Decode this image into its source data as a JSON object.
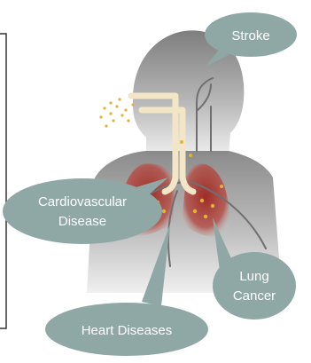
{
  "labels": {
    "stroke": "Stroke",
    "cardio_line1": "Cardiovascular",
    "cardio_line2": "Disease",
    "lung_line1": "Lung",
    "lung_line2": "Cancer",
    "heart": "Heart Diseases"
  },
  "colors": {
    "bubble": "#8fa8a6",
    "body_dark": "#8a8a8a",
    "body_light": "#d9d9d9",
    "lungs": "#a0302a",
    "airway": "#f3e6c6",
    "particles": "#e0b436",
    "frame": "#333333"
  }
}
